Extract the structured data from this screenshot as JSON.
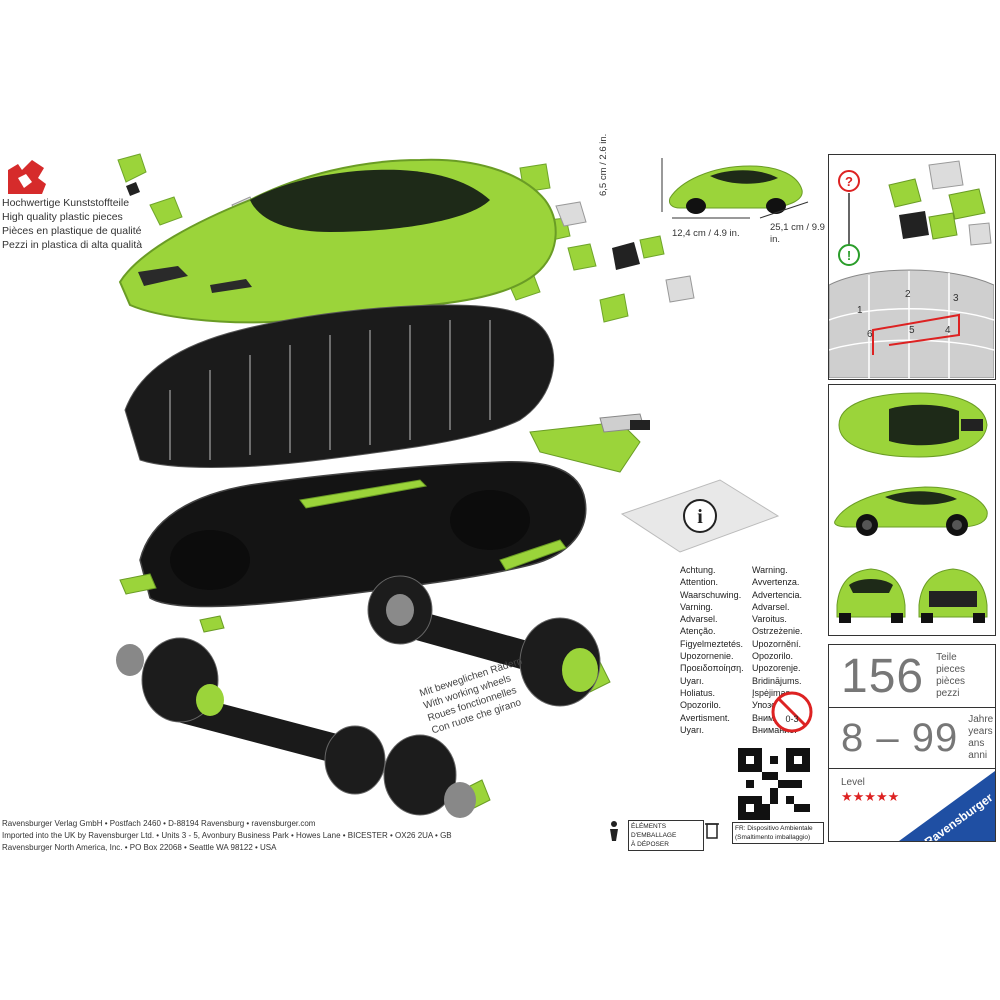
{
  "quality_text": [
    "Hochwertige Kunststoffteile",
    "High quality plastic pieces",
    "Pièces en plastique de qualité",
    "Pezzi in plastica di alta qualità"
  ],
  "dimensions": {
    "height": "6,5 cm / 2.6 in.",
    "width": "12,4 cm / 4.9 in.",
    "length": "25,1 cm / 9.9 in."
  },
  "instructions_icon": "i",
  "warnings": [
    [
      "Achtung.",
      "Warning."
    ],
    [
      "Attention.",
      "Avvertenza."
    ],
    [
      "Waarschuwing.",
      "Advertencia."
    ],
    [
      "Varning.",
      "Advarsel."
    ],
    [
      "Advarsel.",
      "Varoitus."
    ],
    [
      "Atenção.",
      "Ostrzeżenie."
    ],
    [
      "Figyelmeztetés.",
      "Upozornění."
    ],
    [
      "Upozornenie.",
      "Opozorilo."
    ],
    [
      "Προειδοποίηση.",
      "Upozorenje."
    ],
    [
      "Uyarı.",
      "Bridinājums."
    ],
    [
      "Holiatus.",
      "Įspėjimas."
    ],
    [
      "Opozorilo.",
      "Упозорење."
    ],
    [
      "Avertisment.",
      "Внимание."
    ],
    [
      "Uyarı.",
      "Внимание."
    ]
  ],
  "age_warning_badge": "0-3",
  "wheels_note": [
    "Mit beweglichen Rädern",
    "With working wheels",
    "Roues fonctionnelles",
    "Con ruote che girano"
  ],
  "footer_lines": [
    "Ravensburger Verlag GmbH • Postfach 2460 • D-88194 Ravensburg • ravensburger.com",
    "Imported into the UK by Ravensburger Ltd. • Units 3 - 5, Avonbury Business Park • Howes Lane • BICESTER • OX26 2UA • GB",
    "Ravensburger North America, Inc. • PO Box 22068 • Seattle WA 98122 • USA"
  ],
  "recycle_label": [
    "ÉLÉMENTS D'EMBALLAGE",
    "À DÉPOSER"
  ],
  "recycle_label2": [
    "FR: Dispositivo Ambientale",
    "(Smaltimento imballaggio)"
  ],
  "steps": [
    "1",
    "2",
    "3",
    "4",
    "5",
    "6"
  ],
  "pieces": {
    "count": "156",
    "label": [
      "Teile",
      "pieces",
      "pièces",
      "pezzi"
    ]
  },
  "age": {
    "range": "8 – 99",
    "label": [
      "Jahre",
      "years",
      "ans",
      "anni"
    ]
  },
  "level": {
    "label": "Level",
    "stars": "★★★★★",
    "value": 5
  },
  "brand": "Ravensburger",
  "colors": {
    "car_green": "#9bd43a",
    "brand_blue": "#1f4fa3",
    "star_red": "#d22222"
  }
}
